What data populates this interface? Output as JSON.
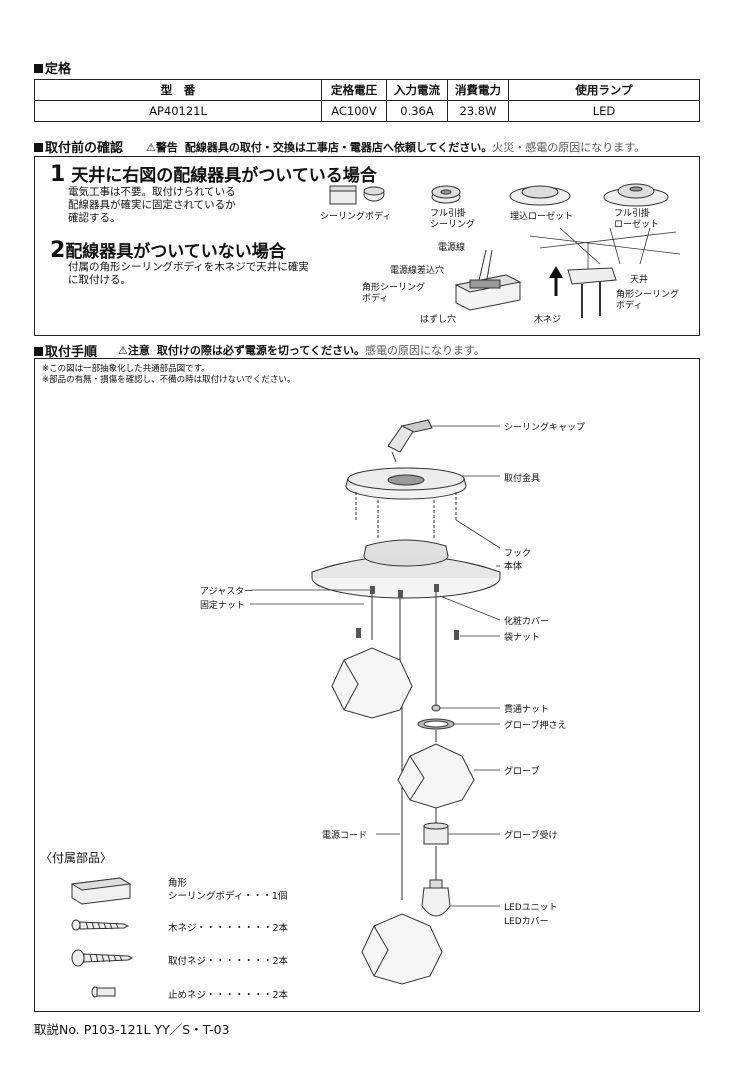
{
  "spec": {
    "title": "定格",
    "headers": [
      "型　番",
      "定格電圧",
      "入力電流",
      "消費電力",
      "使用ランプ"
    ],
    "row": [
      "AP40121L",
      "AC100V",
      "0.36A",
      "23.8W",
      "LED"
    ]
  },
  "check": {
    "title": "取付前の確認",
    "warning_label": "警告",
    "warning_text": "配線器具の取付・交換は工事店・電器店へ依頼してください。",
    "warning_tail": "火災・感電の原因になります。",
    "case1_num": "1",
    "case1_title": "天井に右図の配線器具がついている場合",
    "case1_text": [
      "電気工事は不要。取付けられている",
      "配線器具が確実に固定されているか",
      "確認する。"
    ],
    "case2_num": "2",
    "case2_title": "配線器具がついていない場合",
    "case2_text": [
      "付属の角形シーリングボディを木ネジで天井に確実",
      "に取付ける。"
    ],
    "fixtures": [
      "シーリングボディ",
      "フル引掛\nシーリング",
      "埋込ローゼット",
      "フル引掛\nローゼット"
    ],
    "fig2_labels": {
      "power_line": "電源線",
      "power_hole": "電源線差込穴",
      "body": "角形シーリング\nボディ",
      "hazushi": "はずし穴",
      "ceiling": "天井",
      "body2": "角形シーリング\nボディ",
      "wood_screw": "木ネジ"
    }
  },
  "procedure": {
    "title": "取付手順",
    "caution_label": "注意",
    "caution_text": "取付けの際は必ず電源を切ってください。",
    "caution_tail": "感電の原因になります。",
    "notes": [
      "※この図は一部抽象化した共通部品図です。",
      "※部品の有無・損傷を確認し、不備の時は取付けないでください。"
    ],
    "labels": {
      "ceiling_cap": "シーリングキャップ",
      "bracket": "取付金具",
      "hook": "フック",
      "main_body": "本体",
      "adjuster": "アジャスター",
      "fix_nut": "固定ナット",
      "cosmetic_cover": "化粧カバー",
      "bag_nut": "袋ナット",
      "through_nut": "貫通ナット",
      "globe_holder": "グローブ押さえ",
      "globe": "グローブ",
      "power_cord": "電源コード",
      "globe_receiver": "グローブ受け",
      "led_unit": "LEDユニット",
      "led_cover": "LEDカバー"
    },
    "accessories_title": "〈付属部品〉",
    "accessories": [
      {
        "name": "角形\nシーリングボディ・・・1個"
      },
      {
        "name": "木ネジ・・・・・・・・2本"
      },
      {
        "name": "取付ネジ・・・・・・・2本"
      },
      {
        "name": "止めネジ・・・・・・・2本"
      }
    ]
  },
  "footer": "取説No. P103-121L YY／S・T-03"
}
